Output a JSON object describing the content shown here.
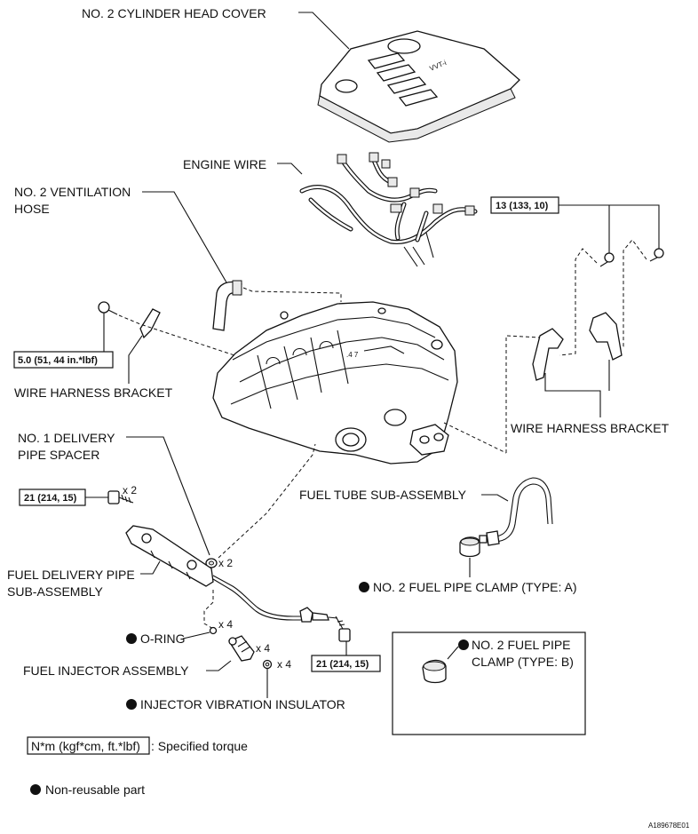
{
  "labels": {
    "cylinder_head_cover": "NO. 2 CYLINDER HEAD COVER",
    "engine_wire": "ENGINE WIRE",
    "ventilation_hose_1": "NO. 2 VENTILATION",
    "ventilation_hose_2": "HOSE",
    "wire_harness_bracket_left": "WIRE HARNESS BRACKET",
    "wire_harness_bracket_right": "WIRE HARNESS BRACKET",
    "delivery_pipe_spacer_1": "NO. 1 DELIVERY",
    "delivery_pipe_spacer_2": "PIPE SPACER",
    "fuel_tube": "FUEL TUBE SUB-ASSEMBLY",
    "fuel_delivery_pipe_1": "FUEL DELIVERY PIPE",
    "fuel_delivery_pipe_2": "SUB-ASSEMBLY",
    "fuel_pipe_clamp_a": "NO. 2 FUEL PIPE CLAMP (TYPE: A)",
    "o_ring": "O-RING",
    "fuel_injector": "FUEL INJECTOR ASSEMBLY",
    "injector_insulator": "INJECTOR VIBRATION INSULATOR",
    "fuel_pipe_clamp_b_1": "NO. 2 FUEL PIPE",
    "fuel_pipe_clamp_b_2": "CLAMP (TYPE: B)"
  },
  "cover_logo": "VVT-i",
  "torques": {
    "harness_bracket_right": "13 (133, 10)",
    "harness_bracket_left": "5.0 (51, 44 in.*lbf)",
    "delivery_pipe_bolt": "21 (214, 15)",
    "fuel_tube_bolt": "21 (214, 15)"
  },
  "quantities": {
    "delivery_bolt": "x 2",
    "spacer": "x 2",
    "o_ring": "x 4",
    "injector": "x 4",
    "insulator": "x 4"
  },
  "legend": {
    "torque_box": "N*m (kgf*cm, ft.*lbf)",
    "torque_text": ": Specified torque",
    "non_reusable": "Non-reusable part"
  },
  "figure_code": "A189678E01"
}
